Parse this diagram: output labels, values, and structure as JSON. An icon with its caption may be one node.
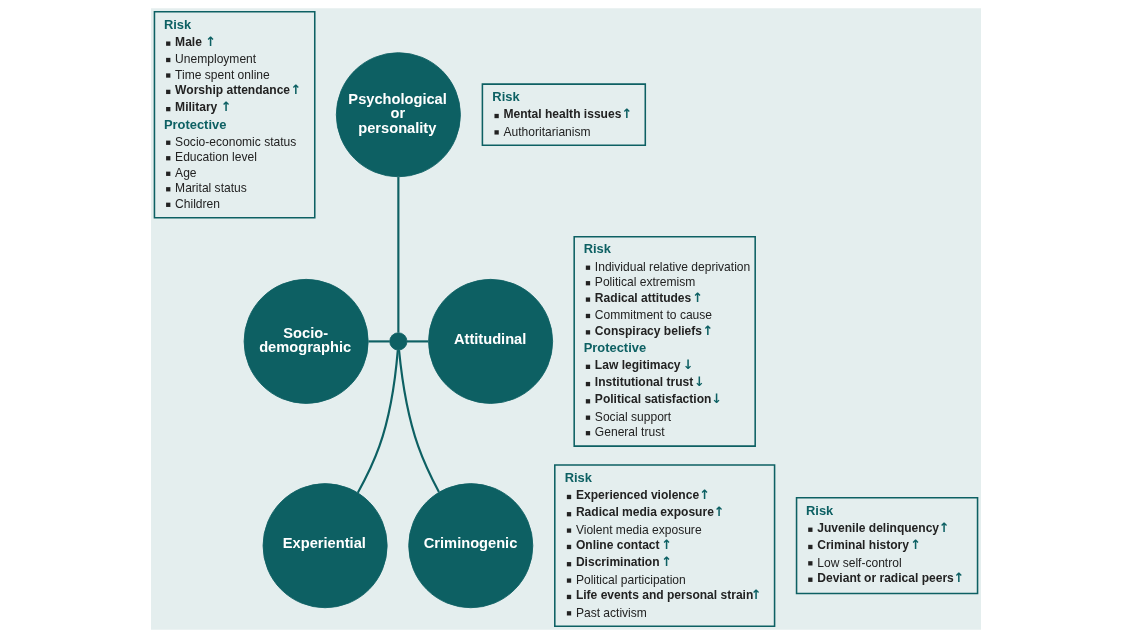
{
  "diagram": {
    "nodes": [
      {
        "text": [
          "**Risk**",
          "**Male**↑",
          "Unemployment",
          "Time spent online",
          "**Worship attendance**↑",
          "**Military**↑",
          "**Protective**",
          "Socio-economic status",
          "Education level",
          "Age",
          "Marital status",
          "Children"
        ]
      },
      {
        "text": [
          "**Risk**",
          "**Mental health issues**↑",
          "Authoritarianism"
        ]
      },
      {
        "text": [
          "Psychological or personality"
        ]
      },
      {
        "text": [
          "**Risk**",
          "Individual relative deprivation",
          "Political extremism",
          "**Radical attitudes**↑",
          "Commitment to cause",
          "**Conspiracy beliefs**↑",
          "**Protective**",
          "**Law legitimacy**↓",
          "**Institutional trust**↓",
          "**Political satisfaction**↓",
          "Social support",
          "General trust"
        ]
      },
      {
        "text": [
          "Socio-demographic"
        ]
      },
      {
        "text": [
          "Attitudinal"
        ]
      },
      {
        "text": [],
        "shape": "circle"
      },
      {
        "text": [
          "**Risk**",
          "**Experienced violence**↑",
          "**Radical media exposure**↑",
          "Violent media exposure",
          "**Online contact**↑",
          "**Discrimination**↑",
          "Political participation",
          "**Life events and personal strain**↑",
          "Past activism"
        ]
      },
      {
        "text": [
          "Experiential"
        ]
      },
      {
        "text": [
          "Criminogenic"
        ]
      },
      {
        "text": [
          "**Risk**",
          "**Juvenile delinquency**↑",
          "**Criminal history**↑",
          "Low self-control",
          "**Deviant or radical peers**↑"
        ]
      }
    ],
    "edges": [
      {
        "from": 2,
        "to": 6,
        "arrow": "none"
      },
      {
        "from": 4,
        "to": 6,
        "arrow": "none"
      },
      {
        "from": 6,
        "to": 5,
        "arrow": "none"
      },
      {
        "from": 6,
        "to": 8,
        "arrow": "none"
      },
      {
        "from": 6,
        "to": 9,
        "arrow": "none"
      }
    ]
  }
}
